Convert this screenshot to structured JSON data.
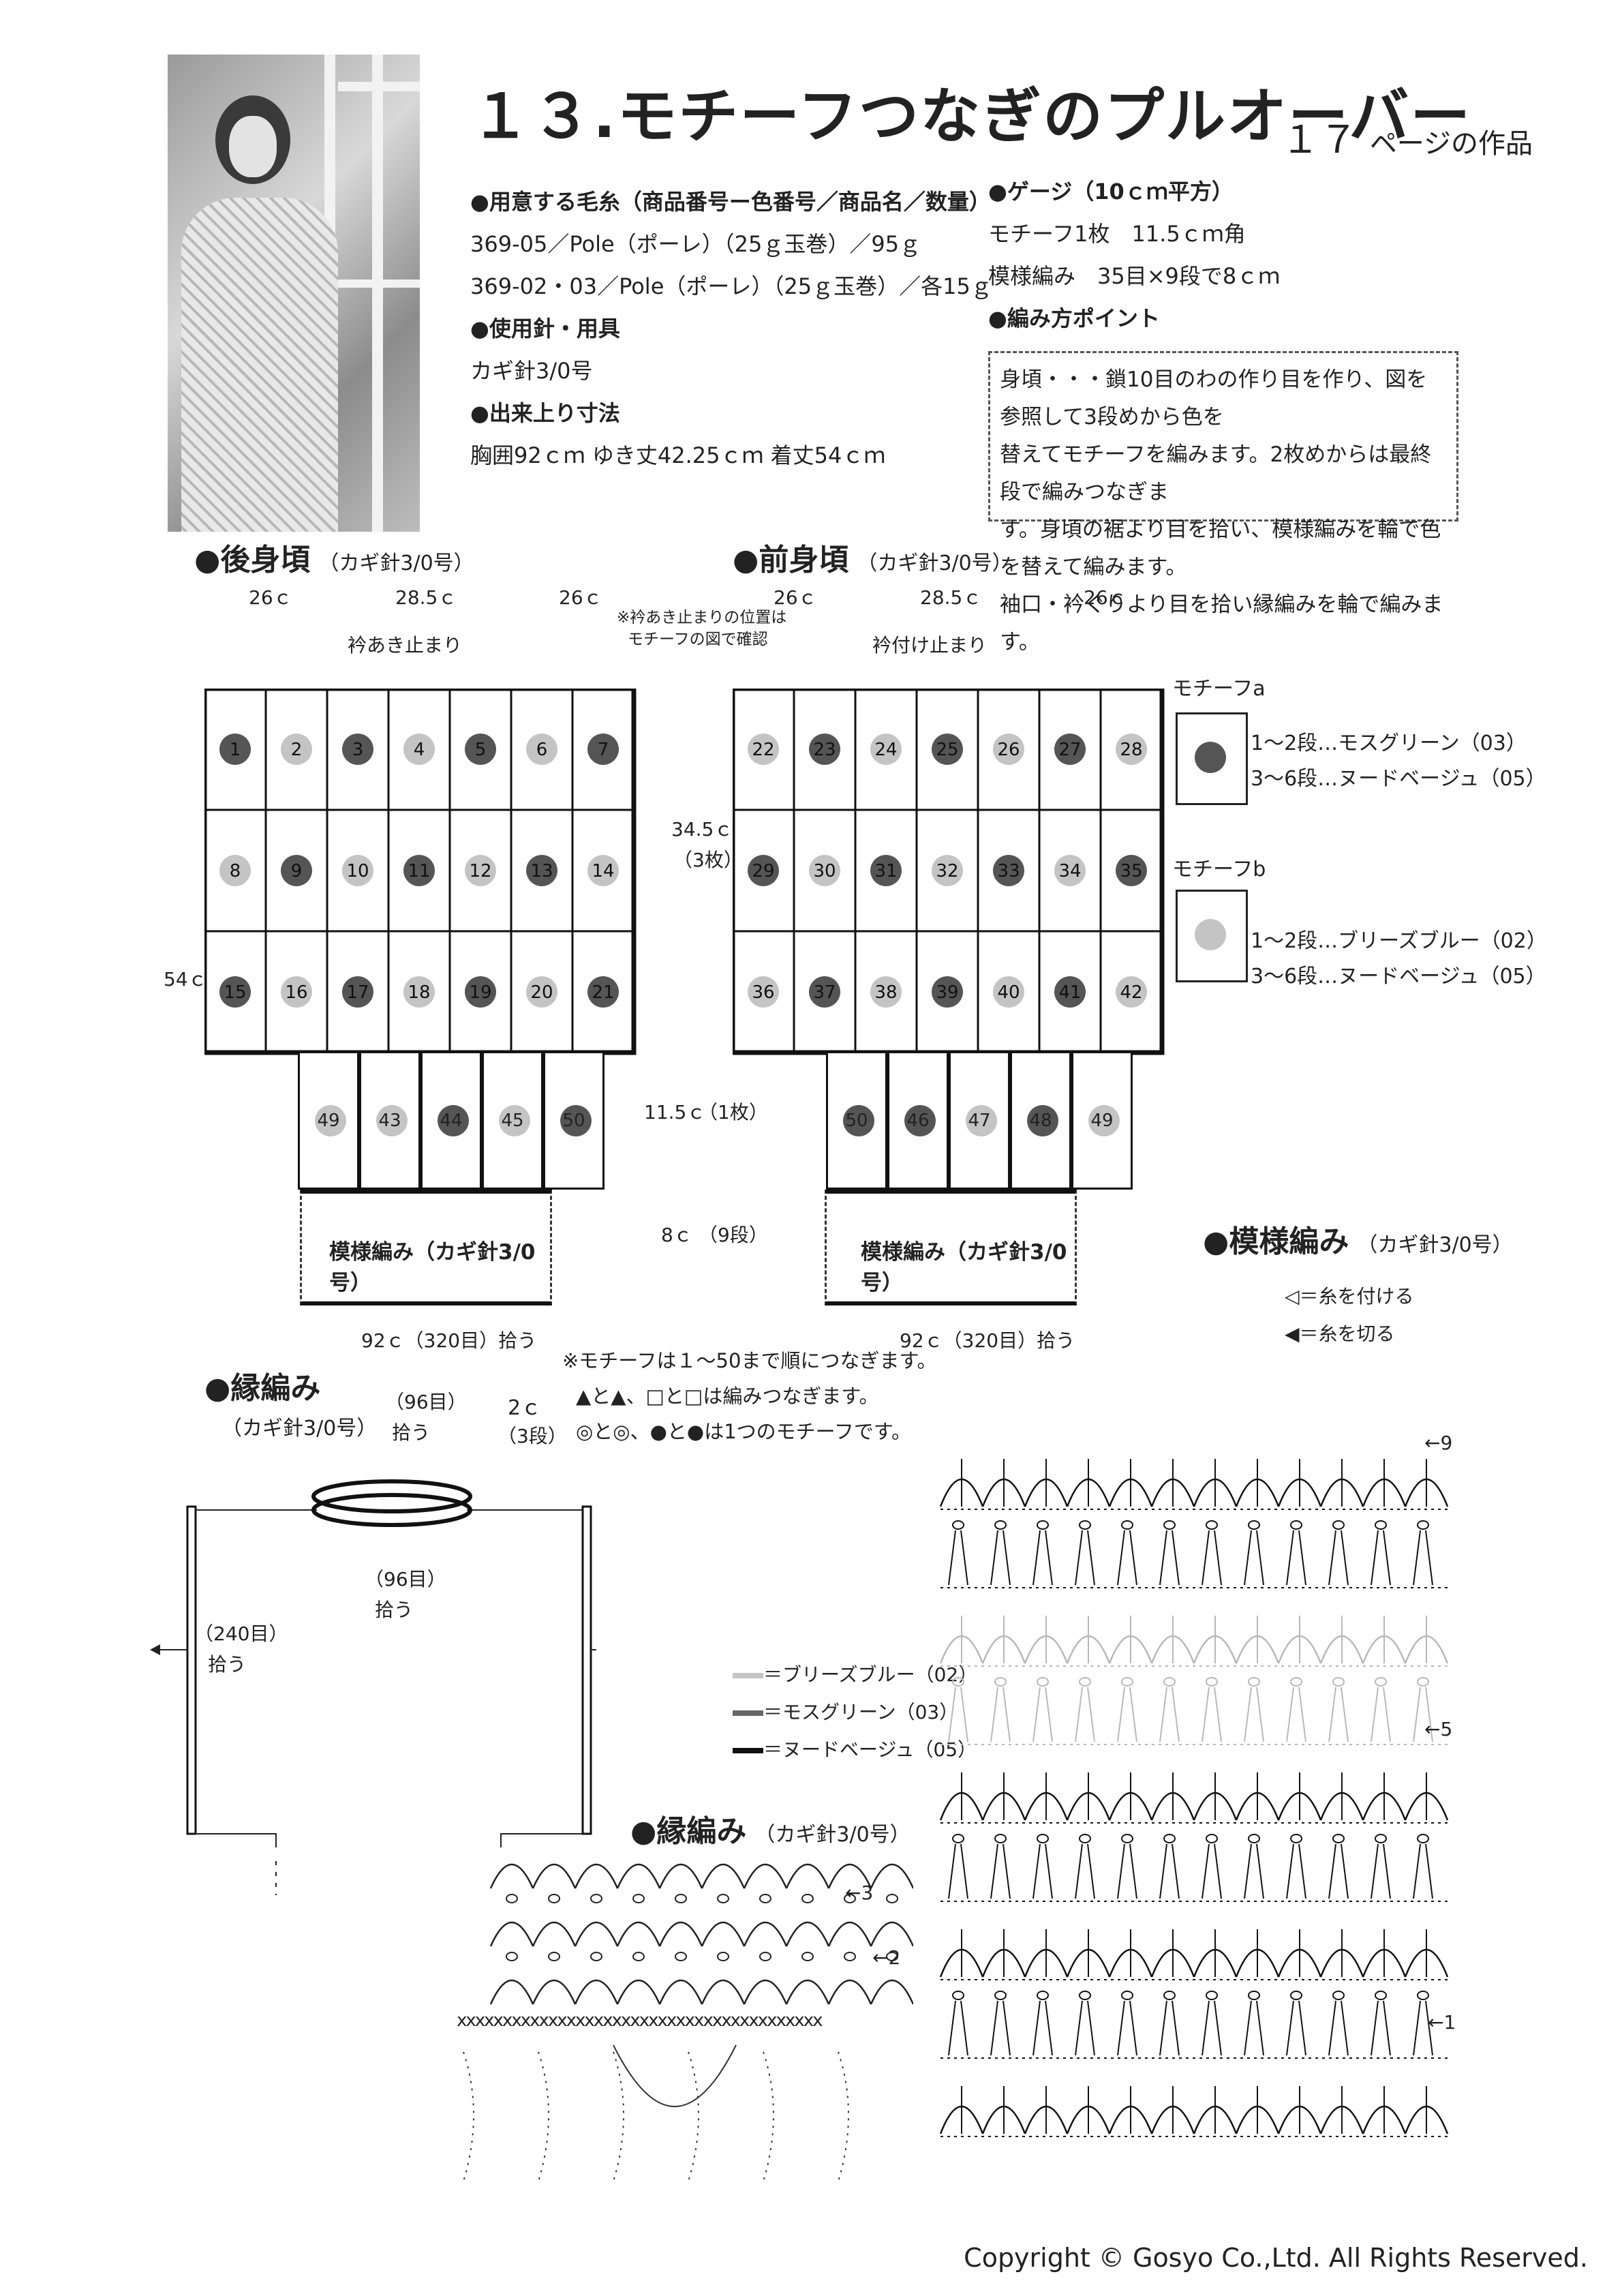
{
  "header": {
    "title": "１３.モチーフつなぎのプルオーバー",
    "page_ref_num": "１７",
    "page_ref_text": "ページの作品"
  },
  "materials": {
    "yarn_heading": "●用意する毛糸（商品番号ー色番号／商品名／数量）",
    "yarn_line1": "369-05／Pole（ポーレ）（25ｇ玉巻）／95ｇ",
    "yarn_line2": "369-02・03／Pole（ポーレ）（25ｇ玉巻）／各15ｇ",
    "needle_heading": "●使用針・用具",
    "needle": "カギ針3/0号",
    "size_heading": "●出来上り寸法",
    "size": "胸囲92ｃｍ ゆき丈42.25ｃｍ 着丈54ｃｍ"
  },
  "gauge": {
    "heading": "●ゲージ（10ｃｍ平方）",
    "line1": "モチーフ1枚　11.5ｃｍ角",
    "line2": "模様編み　35目×9段で8ｃｍ"
  },
  "points": {
    "heading": "●編み方ポイント",
    "line1": "身頃・・・鎖10目のわの作り目を作り、図を参照して3段めから色を",
    "line2": "替えてモチーフを編みます。2枚めからは最終段で編みつなぎま",
    "line3": "す。身頃の裾より目を拾い、模様編みを輪で色を替えて編みます。",
    "line4": "袖口・衿ぐりより目を拾い縁編みを輪で編みます。"
  },
  "back": {
    "title": "●後身頃",
    "needle": "（カギ針3/0号）",
    "w1": "26ｃ",
    "w2": "28.5ｃ",
    "w3": "26ｃ",
    "neck": "衿あき止まり",
    "height": "54ｃ",
    "hem_title": "模様編み（カギ針3/0号）",
    "hem_pickup": "92ｃ（320目）拾う",
    "motifs": [
      "1",
      "2",
      "3",
      "4",
      "5",
      "6",
      "7",
      "8",
      "9",
      "10",
      "11",
      "12",
      "13",
      "14",
      "15",
      "16",
      "17",
      "18",
      "19",
      "20",
      "21"
    ],
    "lower": [
      "49",
      "43",
      "44",
      "45",
      "50"
    ]
  },
  "front": {
    "title": "●前身頃",
    "needle": "（カギ針3/0号）",
    "w1": "26ｃ",
    "w2": "28.5ｃ",
    "w3": "26ｃ",
    "neck": "衿付け止まり",
    "hem_title": "模様編み（カギ針3/0号）",
    "hem_pickup": "92ｃ（320目）拾う",
    "motifs": [
      "22",
      "23",
      "24",
      "25",
      "26",
      "27",
      "28",
      "29",
      "30",
      "31",
      "32",
      "33",
      "34",
      "35",
      "36",
      "37",
      "38",
      "39",
      "40",
      "41",
      "42"
    ],
    "lower": [
      "50",
      "46",
      "47",
      "48",
      "49"
    ]
  },
  "center_notes": {
    "neck_note1": "※衿あき止まりの位置は",
    "neck_note2": "モチーフの図で確認",
    "h1": "34.5ｃ",
    "h1b": "（3枚）",
    "h2": "11.5ｃ",
    "h2b": "（1枚）",
    "h3": "8ｃ",
    "h3b": "（9段）"
  },
  "motif_legend": {
    "a_title": "モチーフa",
    "a1": "1～2段…モスグリーン（03）",
    "a2": "3～6段…ヌードベージュ（05）",
    "b_title": "モチーフb",
    "b1": "1～2段…ブリーズブルー（02）",
    "b2": "3～6段…ヌードベージュ（05）"
  },
  "join_notes": {
    "n1": "※モチーフは１～50まで順につなぎます。",
    "n2": "▲と▲、□と□は編みつなぎます。",
    "n3": "◎と◎、●と●は1つのモチーフです。"
  },
  "edging": {
    "title": "●縁編み",
    "needle": "（カギ針3/0号）",
    "top_count": "（96目）",
    "top_pick": "拾う",
    "bot_count": "（96目）",
    "bot_pick": "拾う",
    "side_count": "（240目）",
    "side_pick": "拾う",
    "width": "2ｃ",
    "rows": "（3段）"
  },
  "pattern": {
    "title": "●模様編み",
    "needle": "（カギ針3/0号）",
    "attach": "＝糸を付ける",
    "cut": "＝糸を切る",
    "row9": "←9",
    "row5": "←5",
    "row1": "←1"
  },
  "color_legend": {
    "c1": "＝ブリーズブルー（02）",
    "c2": "＝モスグリーン（03）",
    "c3": "＝ヌードベージュ（05）"
  },
  "edging2": {
    "title": "●縁編み",
    "needle": "（カギ針3/0号）",
    "row3": "←3",
    "row2": "←2"
  },
  "copyright": "Copyright © Gosyo Co.,Ltd. All Rights Reserved.",
  "colors": {
    "dark": "#555555",
    "light": "#c4c4c4",
    "blue": "#b8b8b8",
    "green": "#666666",
    "beige": "#111111"
  }
}
